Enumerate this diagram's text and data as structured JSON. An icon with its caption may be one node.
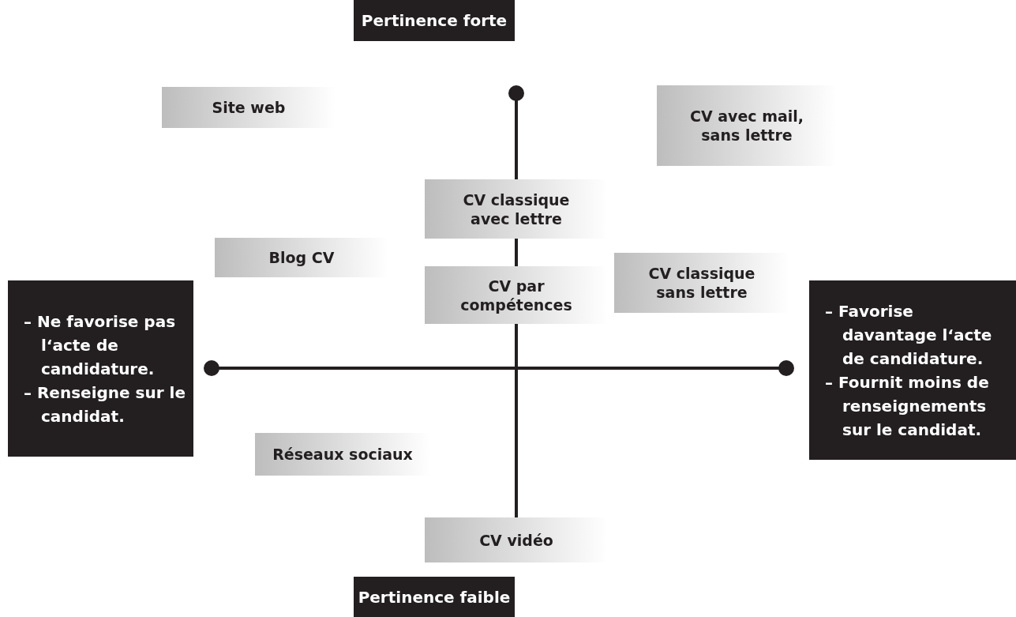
{
  "diagram": {
    "nodes": [
      {
        "text": [
          "Pertinence forte"
        ]
      },
      {
        "text": [
          "Site web"
        ]
      },
      {
        "text": [
          "CV avec mail, sans lettre"
        ]
      },
      {
        "text": [
          "CV classique avec lettre"
        ]
      },
      {
        "text": [
          "Blog CV"
        ]
      },
      {
        "text": [
          "CV classique sans lettre"
        ]
      },
      {
        "text": [
          "– Ne favorise pas l‘acte de candidature.",
          "– Renseigne sur le candidat."
        ]
      },
      {
        "text": [
          "CV par compétences"
        ]
      },
      {
        "text": [
          "– Favorise davantage l‘acte de candidature.",
          "– Fournit moins de renseignements sur le candidat."
        ]
      },
      {
        "text": [
          "Réseaux sociaux"
        ]
      },
      {
        "text": [
          "CV vidéo"
        ]
      },
      {
        "text": [
          "Pertinence faible"
        ]
      }
    ]
  }
}
